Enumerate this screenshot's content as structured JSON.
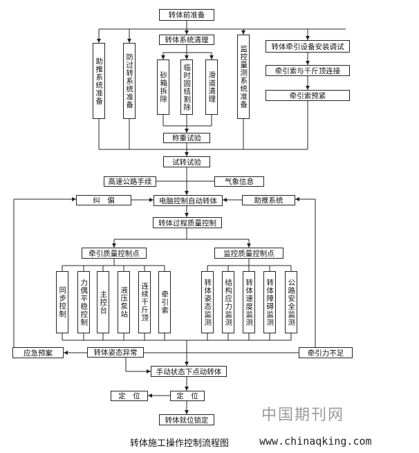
{
  "nodes": {
    "prep": "转体前准备",
    "assist_prep": "助推系统准备",
    "anti_drift_prep": "防过转系统准备",
    "clean": "转体系统清理",
    "sandbox": "砂箱拆除",
    "temp_cut": "临时固结割除",
    "slide_clean": "滑道清理",
    "monitor_prep": "监控量测系统准备",
    "traction_install": "转体牵引设备安装调试",
    "cable_jack": "牵引索与千斤顶连接",
    "cable_pretension": "牵引索预紧",
    "weigh": "称重试验",
    "trial": "试转试验",
    "highway": "高速公路手续",
    "weather": "气象信息",
    "correct": "纠　偏",
    "auto_rotate": "电脑控制自动转体",
    "assist_sys": "助推系统",
    "process_qc": "转体过程质量控制",
    "traction_qc": "牵引质量控制点",
    "monitor_qc": "监控质量控制点",
    "sync": "同步控制",
    "couple": "力偶平稳控制",
    "main_ctrl": "主控台",
    "pump": "液压泵站",
    "cont_jack": "连续千斤顶",
    "cable": "牵引索",
    "attitude_mon": "转体姿态监测",
    "stress_mon": "结构应力监测",
    "speed_mon": "转体速度监测",
    "obstacle_mon": "转体障碍监测",
    "road_mon": "公路安全监测",
    "emergency": "应急预案",
    "attitude_abn": "转体姿态异常",
    "force_low": "牵引力不足",
    "manual": "手动状态下点动转体",
    "locate1": "定　位",
    "locate2": "定　位",
    "lock": "转体就位锁定"
  },
  "watermark": "中国期刊网",
  "caption": "转体施工操作控制流程图",
  "url": "www.chinaqking.com"
}
